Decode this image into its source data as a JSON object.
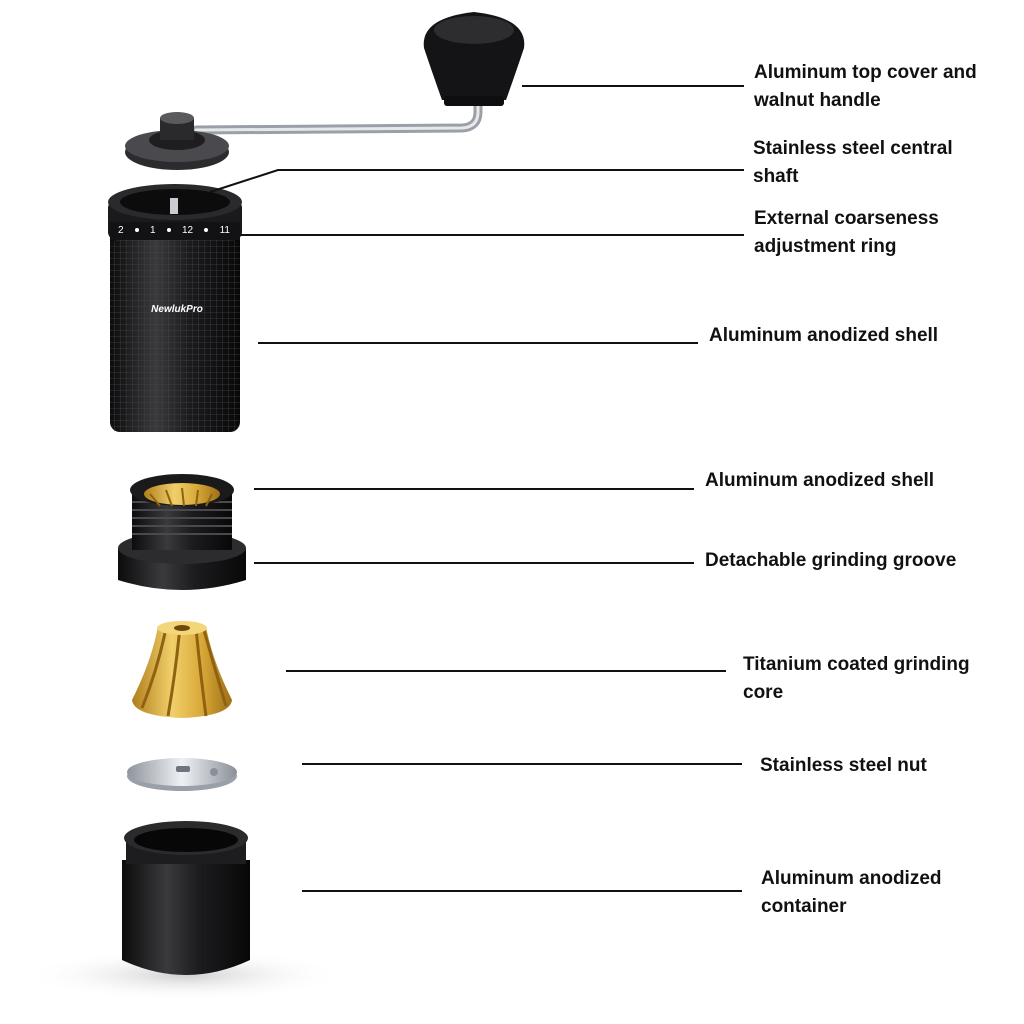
{
  "product": {
    "brand": "NewlukPro",
    "dial_marks": [
      "2",
      "1",
      "12",
      "11"
    ]
  },
  "callouts": [
    {
      "line1": "Aluminum top cover and",
      "line2": "walnut handle"
    },
    {
      "line1": "Stainless steel central",
      "line2": "shaft"
    },
    {
      "line1": "External coarseness",
      "line2": "adjustment ring"
    },
    {
      "line1": "Aluminum anodized shell",
      "line2": ""
    },
    {
      "line1": "Aluminum anodized shell",
      "line2": ""
    },
    {
      "line1": "Detachable grinding groove",
      "line2": ""
    },
    {
      "line1": "Titanium coated grinding",
      "line2": "core"
    },
    {
      "line1": "Stainless steel nut",
      "line2": ""
    },
    {
      "line1": "Aluminum anodized",
      "line2": "container"
    }
  ],
  "colors": {
    "anodized_black": "#1b1b1d",
    "burr_gold": "#d9aa3a",
    "steel": "#c9ccd1",
    "text": "#111111"
  }
}
